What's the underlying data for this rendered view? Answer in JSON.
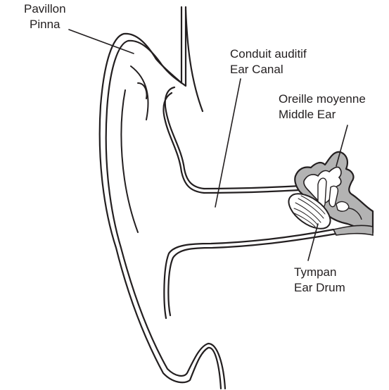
{
  "colors": {
    "line": "#231f20",
    "middle_ear_fill": "#b3b3b3",
    "background": "#ffffff"
  },
  "labels": {
    "pinna": {
      "fr": "Pavillon",
      "en": "Pinna"
    },
    "ear_canal": {
      "fr": "Conduit auditif",
      "en": "Ear Canal"
    },
    "middle_ear": {
      "fr": "Oreille moyenne",
      "en": "Middle Ear"
    },
    "ear_drum": {
      "fr": "Tympan",
      "en": "Ear Drum"
    }
  }
}
